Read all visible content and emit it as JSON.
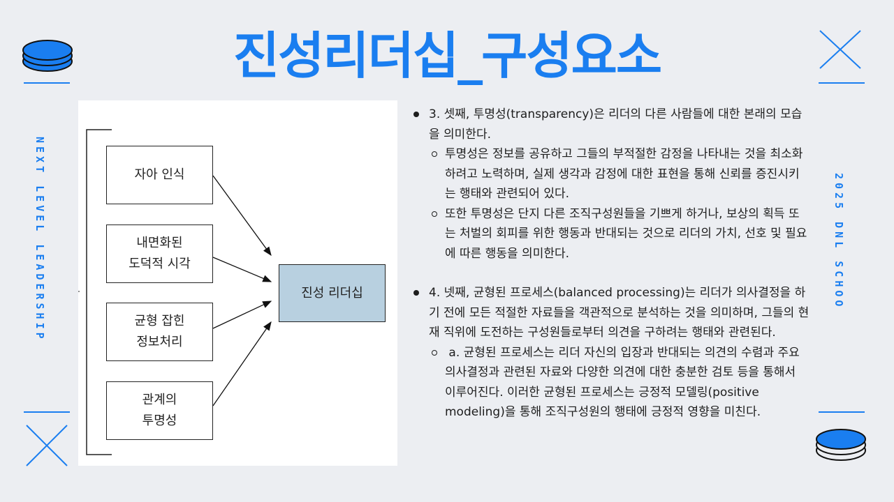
{
  "slide": {
    "title": "진성리더십_구성요소",
    "side_left": "NEXT LEVEL LEADERSHIP",
    "side_right": "2025 DNL SCHOO",
    "accent_color": "#1a7ef0"
  },
  "diagram": {
    "nodes": [
      "자아 인식",
      "내면화된\n도덕적 시각",
      "균형 잡힌\n정보처리",
      "관계의\n투명성"
    ],
    "target": "진성 리더십",
    "target_color": "#b8d0e0"
  },
  "body": {
    "item3": {
      "text": "3. 셋째, 투명성(transparency)은 리더의 다른 사람들에 대한 본래의 모습을 의미한다.",
      "sub": [
        "투명성은 정보를 공유하고 그들의 부적절한 감정을 나타내는 것을 최소화하려고 노력하며, 실제 생각과 감정에 대한 표현을 통해 신뢰를 증진시키는 행태와 관련되어 있다.",
        "또한 투명성은 단지 다른 조직구성원들을 기쁘게 하거나, 보상의 획득 또는 처벌의 회피를 위한 행동과 반대되는 것으로 리더의 가치, 선호 및 필요에 따른 행동을 의미한다."
      ]
    },
    "item4": {
      "text": "4. 넷째, 균형된 프로세스(balanced processing)는 리더가 의사결정을 하기 전에 모든 적절한 자료들을 객관적으로 분석하는 것을 의미하며, 그들의 현재 직위에 도전하는 구성원들로부터 의견을 구하려는 행태와 관련된다.",
      "sub": [
        " a. 균형된 프로세스는 리더 자신의 입장과 반대되는 의견의 수렴과 주요 의사결정과 관련된 자료와 다양한 의견에 대한 충분한 검토 등을 통해서 이루어진다. 이러한 균형된 프로세스는 긍정적 모델링(positive modeling)을 통해 조직구성원의 행태에 긍정적 영향을 미친다."
      ]
    }
  }
}
